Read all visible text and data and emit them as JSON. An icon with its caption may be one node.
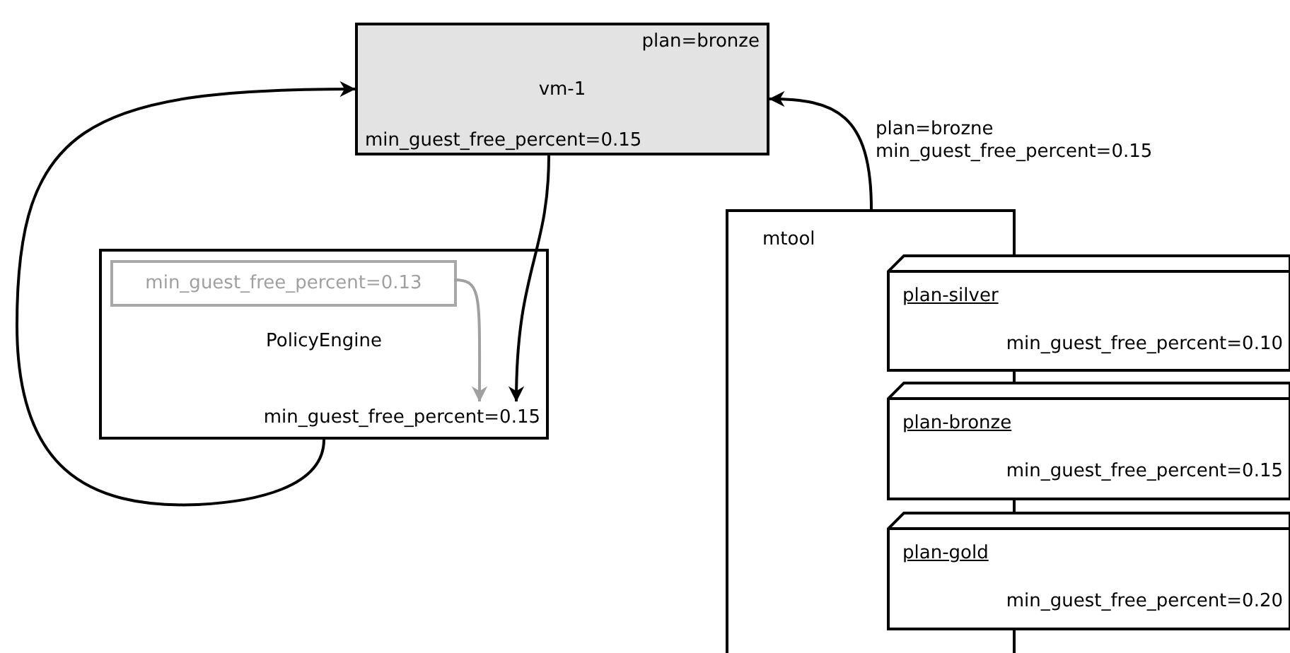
{
  "diagram": {
    "nodes": [
      {
        "text": [
          "plan=bronze",
          "vm-1",
          "min_guest_free_percent=0.15"
        ]
      },
      {
        "text": [
          "PolicyEngine"
        ]
      },
      {
        "text": [
          "min_guest_free_percent=0.13"
        ],
        "in": 1
      },
      {
        "text": [
          "min_guest_free_percent=0.15"
        ],
        "in": 1
      },
      {
        "text": [
          "mtool"
        ]
      },
      {
        "text": [
          "plan-silver",
          "min_guest_free_percent=0.10"
        ]
      },
      {
        "text": [
          "plan-bronze",
          "min_guest_free_percent=0.15"
        ]
      },
      {
        "text": [
          "plan-gold",
          "min_guest_free_percent=0.20"
        ]
      }
    ],
    "edges": [
      {
        "from": 0,
        "to": 3,
        "arrow": "to"
      },
      {
        "from": 2,
        "to": 3,
        "arrow": "to",
        "color": "#a0a0a0"
      },
      {
        "from": 1,
        "to": 0,
        "arrow": "to"
      },
      {
        "from": 4,
        "to": 0,
        "arrow": "to",
        "label": "plan=brozne min_guest_free_percent=0.15"
      }
    ]
  }
}
